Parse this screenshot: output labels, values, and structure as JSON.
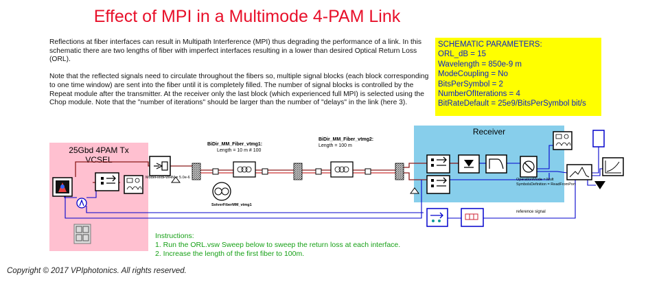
{
  "title": "Effect of MPI in a  Multimode 4-PAM Link",
  "description": [
    "Reflections at fiber interfaces can result in Multipath Interference (MPI) thus degrading the performance of a link.  In this schematic there are two lengths of fiber with imperfect interfaces resulting in a lower than desired Optical Return Loss (ORL).",
    "Note that the reflected signals need to circulate throughout the fibers so, multiple signal blocks (each block corresponding to one time window) are sent into the fiber until it is completely filled. The number of signal blocks is controlled by the Repeat module after the transmitter. At the receiver only the last block (which experienced full MPI) is selected using the Chop module. Note that the \"number of iterations\" should be larger than the number of \"delays\" in the link (here 3)."
  ],
  "parameters": {
    "heading": "SCHEMATIC PARAMETERS:",
    "lines": [
      "ORL_dB = 15",
      "Wavelength = 850e-9 m",
      "ModeCoupling = No",
      "BitsPerSymbol = 2",
      "NumberOfIterations = 4",
      "BitRateDefault = 25e9/BitsPerSymbol bit/s"
    ]
  },
  "transmitter": {
    "title_line1": "25Gbd 4PAM Tx",
    "title_line2": "VCSEL"
  },
  "receiver": {
    "title": "Receiver"
  },
  "labels": {
    "fiber1_name": "BiDir_MM_Fiber_vtmg1:",
    "fiber1_length": "Length = 10 m # 100",
    "fiber2_name": "BiDir_MM_Fiber_vtmg2:",
    "fiber2_length": "Length = 100 m",
    "mode_field": "ModeFieldFWHM = 5.0e-6",
    "solver": "SolverFiberMM_vtmg1",
    "operation_mode": "OperationMode = Mult",
    "symbols_definition": "SymbolsDefinition = ReadFromPort",
    "reference_signal": "reference signal"
  },
  "instructions": {
    "heading": "Instructions:",
    "steps": [
      "1. Run the ORL.vsw Sweep below to sweep the return loss at each interface.",
      "2. Increase the length of the first fiber to 100m."
    ]
  },
  "copyright": "Copyright © 2017 VPIphotonics. All rights reserved.",
  "colors": {
    "title": "#e8102a",
    "parameters_bg": "#ffff00",
    "parameters_text": "#0b22c8",
    "tx_box": "#ffc0d0",
    "rx_box": "#87ceeb",
    "instructions": "#16a016",
    "electrical_wire": "#0000cc",
    "optical_wire": "#8b1a1a"
  }
}
